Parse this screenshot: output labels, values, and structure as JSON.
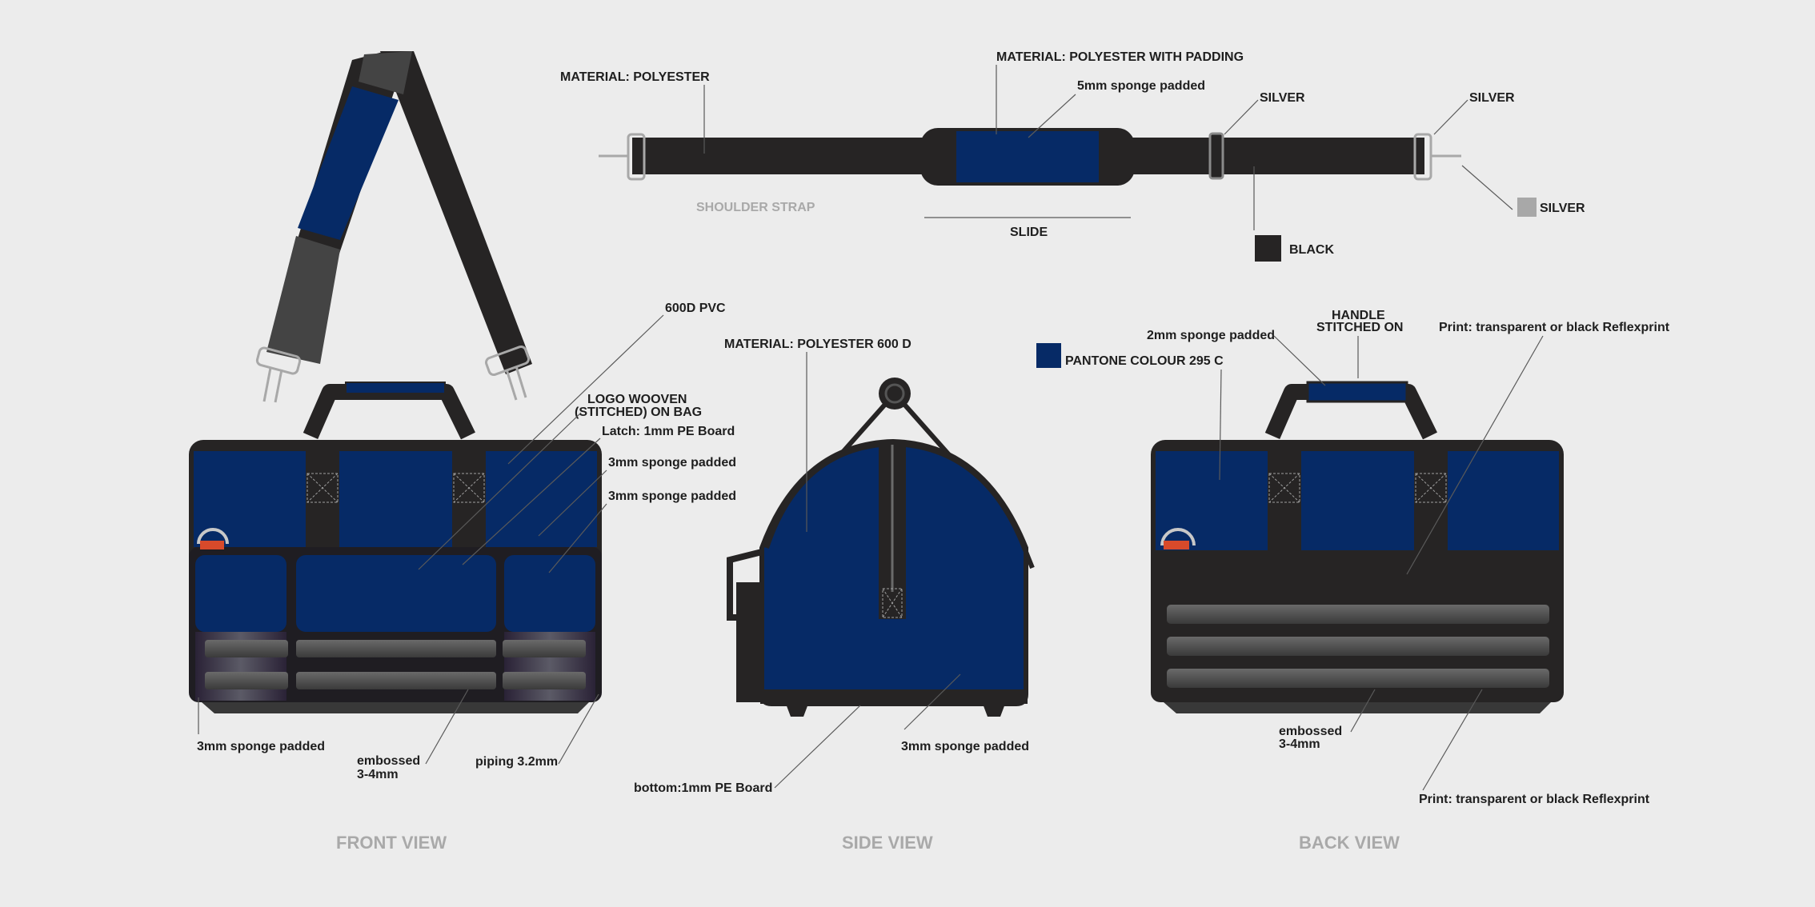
{
  "colors": {
    "navy": "#062a66",
    "black": "#262424",
    "silver": "#a8a8a8",
    "accent_red": "#d84a2b",
    "background": "#ececec"
  },
  "views": {
    "front": "FRONT VIEW",
    "side": "SIDE VIEW",
    "back": "BACK VIEW"
  },
  "strap": {
    "material": "MATERIAL: POLYESTER",
    "material_padding": "MATERIAL: POLYESTER WITH PADDING",
    "sponge": "5mm sponge padded",
    "silver_1": "SILVER",
    "silver_2": "SILVER",
    "shoulder_strap": "SHOULDER STRAP",
    "slide": "SLIDE",
    "swatch_black": "BLACK",
    "swatch_silver": "SILVER"
  },
  "front_labels": {
    "pvc": "600D PVC",
    "logo_line1": "LOGO WOOVEN",
    "logo_line2": "(STITCHED) ON BAG",
    "latch": "Latch: 1mm PE Board",
    "sponge_a": "3mm sponge padded",
    "sponge_b": "3mm sponge padded",
    "sponge_bottom": "3mm sponge padded",
    "embossed_line1": "embossed",
    "embossed_line2": "3-4mm",
    "piping": "piping 3.2mm"
  },
  "side_labels": {
    "material": "MATERIAL: POLYESTER 600 D",
    "bottom": "bottom:1mm PE Board",
    "sponge": "3mm sponge padded"
  },
  "back_labels": {
    "pantone": "PANTONE COLOUR  295 C",
    "sponge": "2mm sponge padded",
    "handle_line1": "HANDLE",
    "handle_line2": "STITCHED ON",
    "print_top": "Print: transparent or black Reflexprint",
    "embossed_line1": "embossed",
    "embossed_line2": "3-4mm",
    "print_bottom": "Print: transparent or black Reflexprint"
  }
}
